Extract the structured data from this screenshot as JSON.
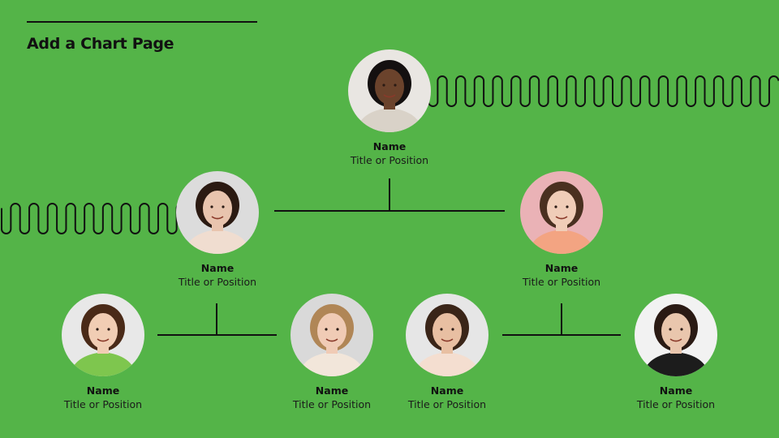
{
  "title": "Add a Chart Page",
  "nodes": [
    {
      "id": "n1",
      "name": "Name",
      "role": "Title or Position",
      "bg": "#e9e6e2",
      "skin": "#6b432c",
      "hair": "#141010",
      "shirt": "#d9d2c8"
    },
    {
      "id": "n2",
      "name": "Name",
      "role": "Title or Position",
      "bg": "#dcdcdc",
      "skin": "#e8c4ae",
      "hair": "#2b1a12",
      "shirt": "#f0ddd0"
    },
    {
      "id": "n3",
      "name": "Name",
      "role": "Title or Position",
      "bg": "#eab2b6",
      "skin": "#f0cdb8",
      "hair": "#4a3020",
      "shirt": "#f3a482"
    },
    {
      "id": "n4",
      "name": "Name",
      "role": "Title or Position",
      "bg": "#e8e8e8",
      "skin": "#f1cdb4",
      "hair": "#4a2a18",
      "shirt": "#7ec64e"
    },
    {
      "id": "n5",
      "name": "Name",
      "role": "Title or Position",
      "bg": "#d9d9d9",
      "skin": "#f0cbb5",
      "hair": "#b08656",
      "shirt": "#f2e6da"
    },
    {
      "id": "n6",
      "name": "Name",
      "role": "Title or Position",
      "bg": "#e6e6e6",
      "skin": "#e8bfa2",
      "hair": "#3a2518",
      "shirt": "#f4ded0"
    },
    {
      "id": "n7",
      "name": "Name",
      "role": "Title or Position",
      "bg": "#f2f2f2",
      "skin": "#e9c6ad",
      "hair": "#2a1a14",
      "shirt": "#1c1c1c"
    }
  ]
}
